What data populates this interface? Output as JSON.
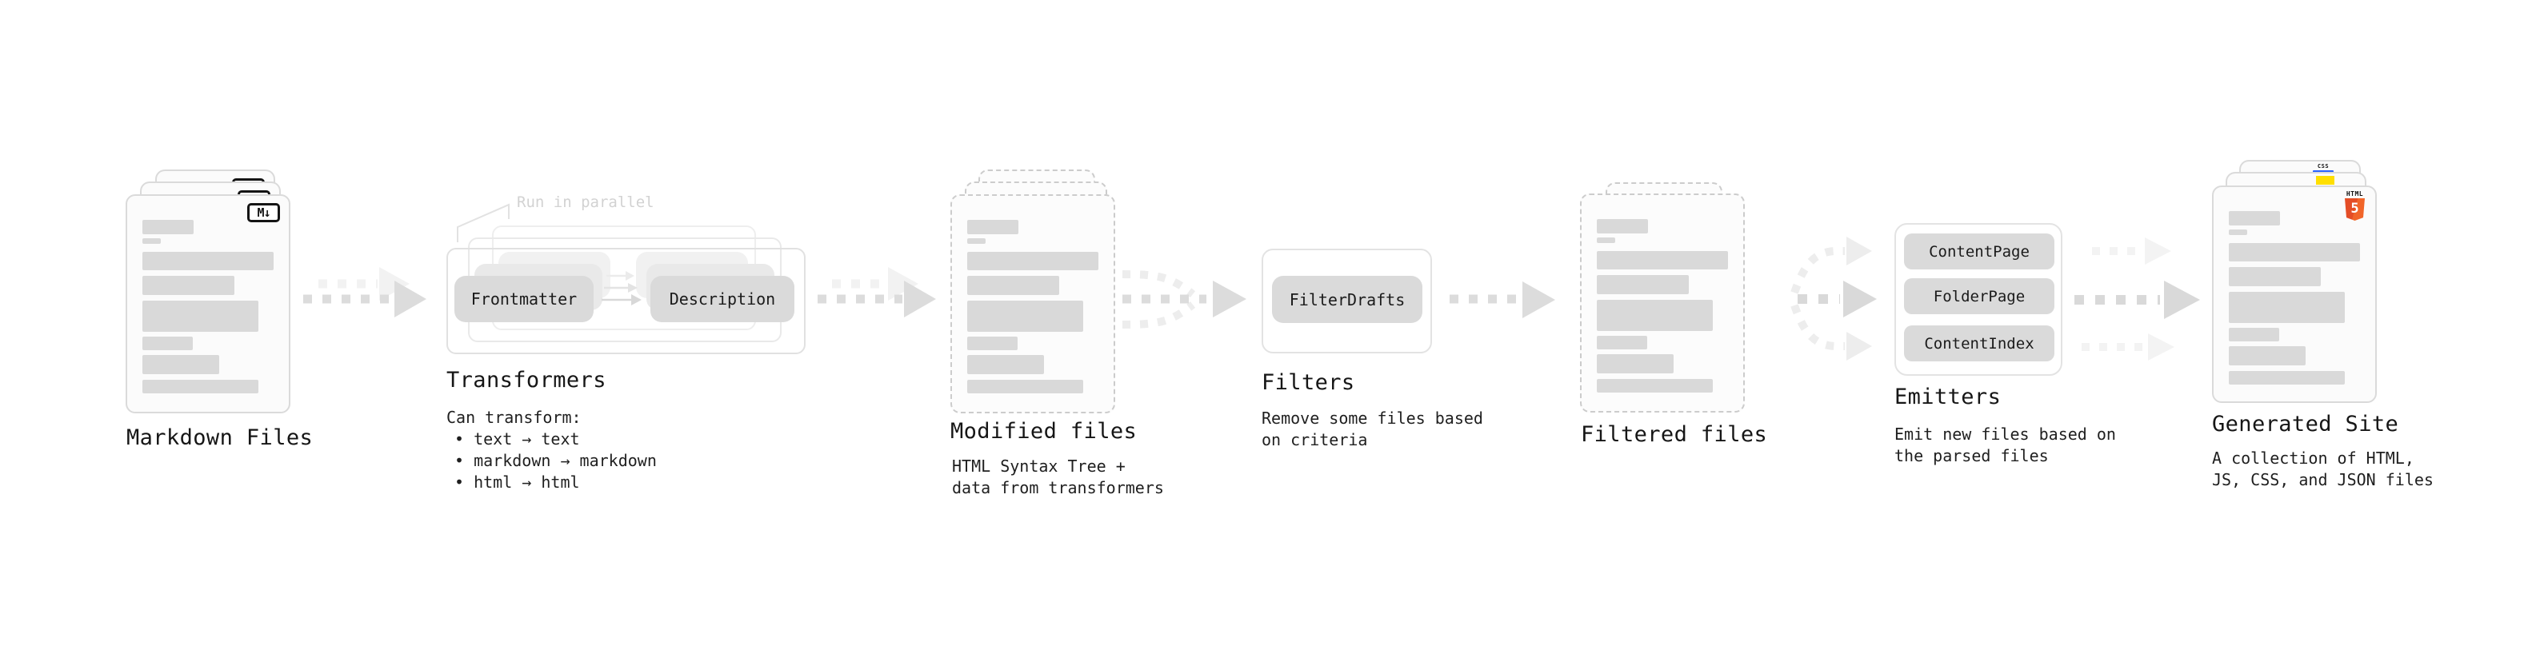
{
  "colors": {
    "html_orange": "#e44d26",
    "html_orange_light": "#f16529",
    "js_yellow": "#ffdf00",
    "css_blue": "#2962ff"
  },
  "stages": {
    "markdown_files": {
      "label": "Markdown Files",
      "badge": "M↓"
    },
    "transformers": {
      "label": "Transformers",
      "annotation": "Run in parallel",
      "front_node": "Frontmatter",
      "back_node": "Description",
      "desc_title": "Can transform:",
      "bullets": [
        "text → text",
        "markdown → markdown",
        "html → html"
      ]
    },
    "modified_files": {
      "label": "Modified files",
      "desc_line1": "HTML Syntax Tree +",
      "desc_line2": "data from transformers"
    },
    "filters": {
      "label": "Filters",
      "node": "FilterDrafts",
      "desc_line1": "Remove some files based",
      "desc_line2": "on criteria"
    },
    "filtered_files": {
      "label": "Filtered files"
    },
    "emitters": {
      "label": "Emitters",
      "nodes": [
        "ContentPage",
        "FolderPage",
        "ContentIndex"
      ],
      "desc_line1": "Emit new files based on",
      "desc_line2": "the parsed files"
    },
    "generated_site": {
      "label": "Generated Site",
      "desc_line1": "A collection of HTML,",
      "desc_line2": "JS, CSS, and JSON files",
      "html_badge_text": "HTML",
      "html_badge_number": "5",
      "css_badge_text": "CSS"
    }
  }
}
